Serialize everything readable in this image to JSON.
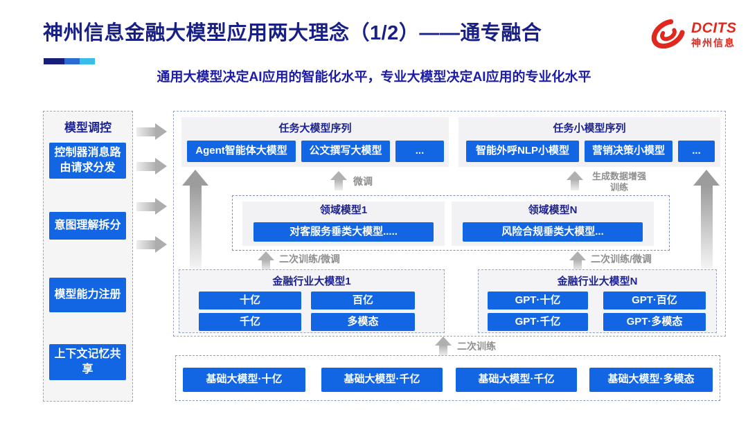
{
  "colors": {
    "accent_blue": "#1266e3",
    "navy_text": "#1d2390",
    "title_navy": "#181f86",
    "logo_red": "#e0281e",
    "accent_cyan": "#38bce8",
    "arrow_gray": "#b0b0b0"
  },
  "header": {
    "title": "神州信息金融大模型应用两大理念（1/2）——通专融合",
    "subtitle": "通用大模型决定AI应用的智能化水平，专业大模型决定AI应用的专业化水平",
    "logo": {
      "brand": "DCITS",
      "brand_cn": "神州信息"
    }
  },
  "sidebar": {
    "title": "模型调控",
    "items": [
      {
        "label": "控制器消息路由请求分发"
      },
      {
        "label": "意图理解拆分"
      },
      {
        "label": "模型能力注册"
      },
      {
        "label": "上下文记忆共享"
      }
    ]
  },
  "diagram": {
    "task_large": {
      "title": "任务大模型序列",
      "items": [
        "Agent智能体大模型",
        "公文撰写大模型",
        "..."
      ]
    },
    "task_small": {
      "title": "任务小模型序列",
      "items": [
        "智能外呼NLP小模型",
        "营销决策小模型",
        "..."
      ]
    },
    "domain": {
      "left": {
        "title": "领域模型1",
        "item": "对客服务垂类大模型....."
      },
      "right": {
        "title": "领域模型N",
        "item": "风险合规垂类大模型..."
      }
    },
    "industry": {
      "left": {
        "title": "金融行业大模型1",
        "items": [
          "十亿",
          "百亿",
          "千亿",
          "多模态"
        ]
      },
      "right": {
        "title": "金融行业大模型N",
        "items": [
          "GPT·十亿",
          "GPT·百亿",
          "GPT·千亿",
          "GPT·多模态"
        ]
      }
    },
    "base": {
      "items": [
        "基础大模型·十亿",
        "基础大模型·千亿",
        "基础大模型·千亿",
        "基础大模型·多模态"
      ]
    },
    "arrow_labels": {
      "finetune": "微调",
      "gen_data_line1": "生成数据增强",
      "gen_data_line2": "训练",
      "secondary_ft_left": "二次训练/微调",
      "secondary_ft_right": "二次训练/微调",
      "secondary_train": "二次训练"
    }
  }
}
